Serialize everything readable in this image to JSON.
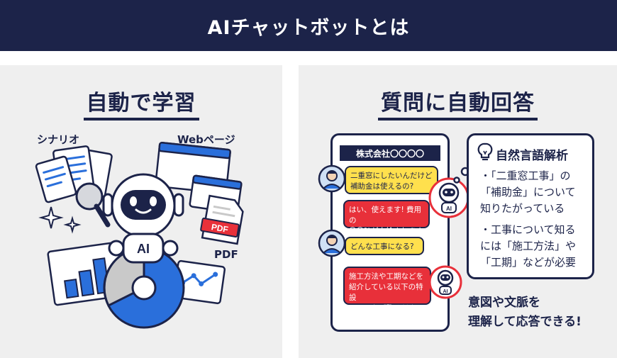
{
  "header": {
    "title": "AIチャットボットとは"
  },
  "left": {
    "title": "自動で学習",
    "labels": {
      "scenario": "シナリオ",
      "web": "Webページ",
      "pdf": "PDF"
    },
    "pdf_tag": "PDF",
    "robot_badge": "AI"
  },
  "right": {
    "title": "質問に自動回答",
    "phone": {
      "company": "株式会社〇〇〇〇"
    },
    "chat": [
      {
        "role": "user",
        "text": "二重窓にしたいんだけど\n補助金は使えるの?"
      },
      {
        "role": "bot",
        "text": "はい、使えます! 費用の\n〇〇%が支給されます"
      },
      {
        "role": "user",
        "text": "どんな工事になる?"
      },
      {
        "role": "bot",
        "text": "施工方法や工期などを\n紹介している以下の特設\nページをご覧ください!"
      }
    ],
    "bot_badge": "AI",
    "nlp": {
      "title": "自然言語解析",
      "lines": [
        "・「二重窓工事」の",
        "「補助金」について",
        "知りたがっている",
        "・工事について知る",
        "には「施工方法」や",
        "「工期」などが必要"
      ]
    },
    "conclusion": [
      "意図や文脈を",
      "理解して応答できる!"
    ]
  },
  "colors": {
    "navy": "#1c2349",
    "blue": "#2a6fdb",
    "red": "#e8303a",
    "yellow": "#ffe04d",
    "panel": "#efefef",
    "gray": "#c9c9c9"
  }
}
